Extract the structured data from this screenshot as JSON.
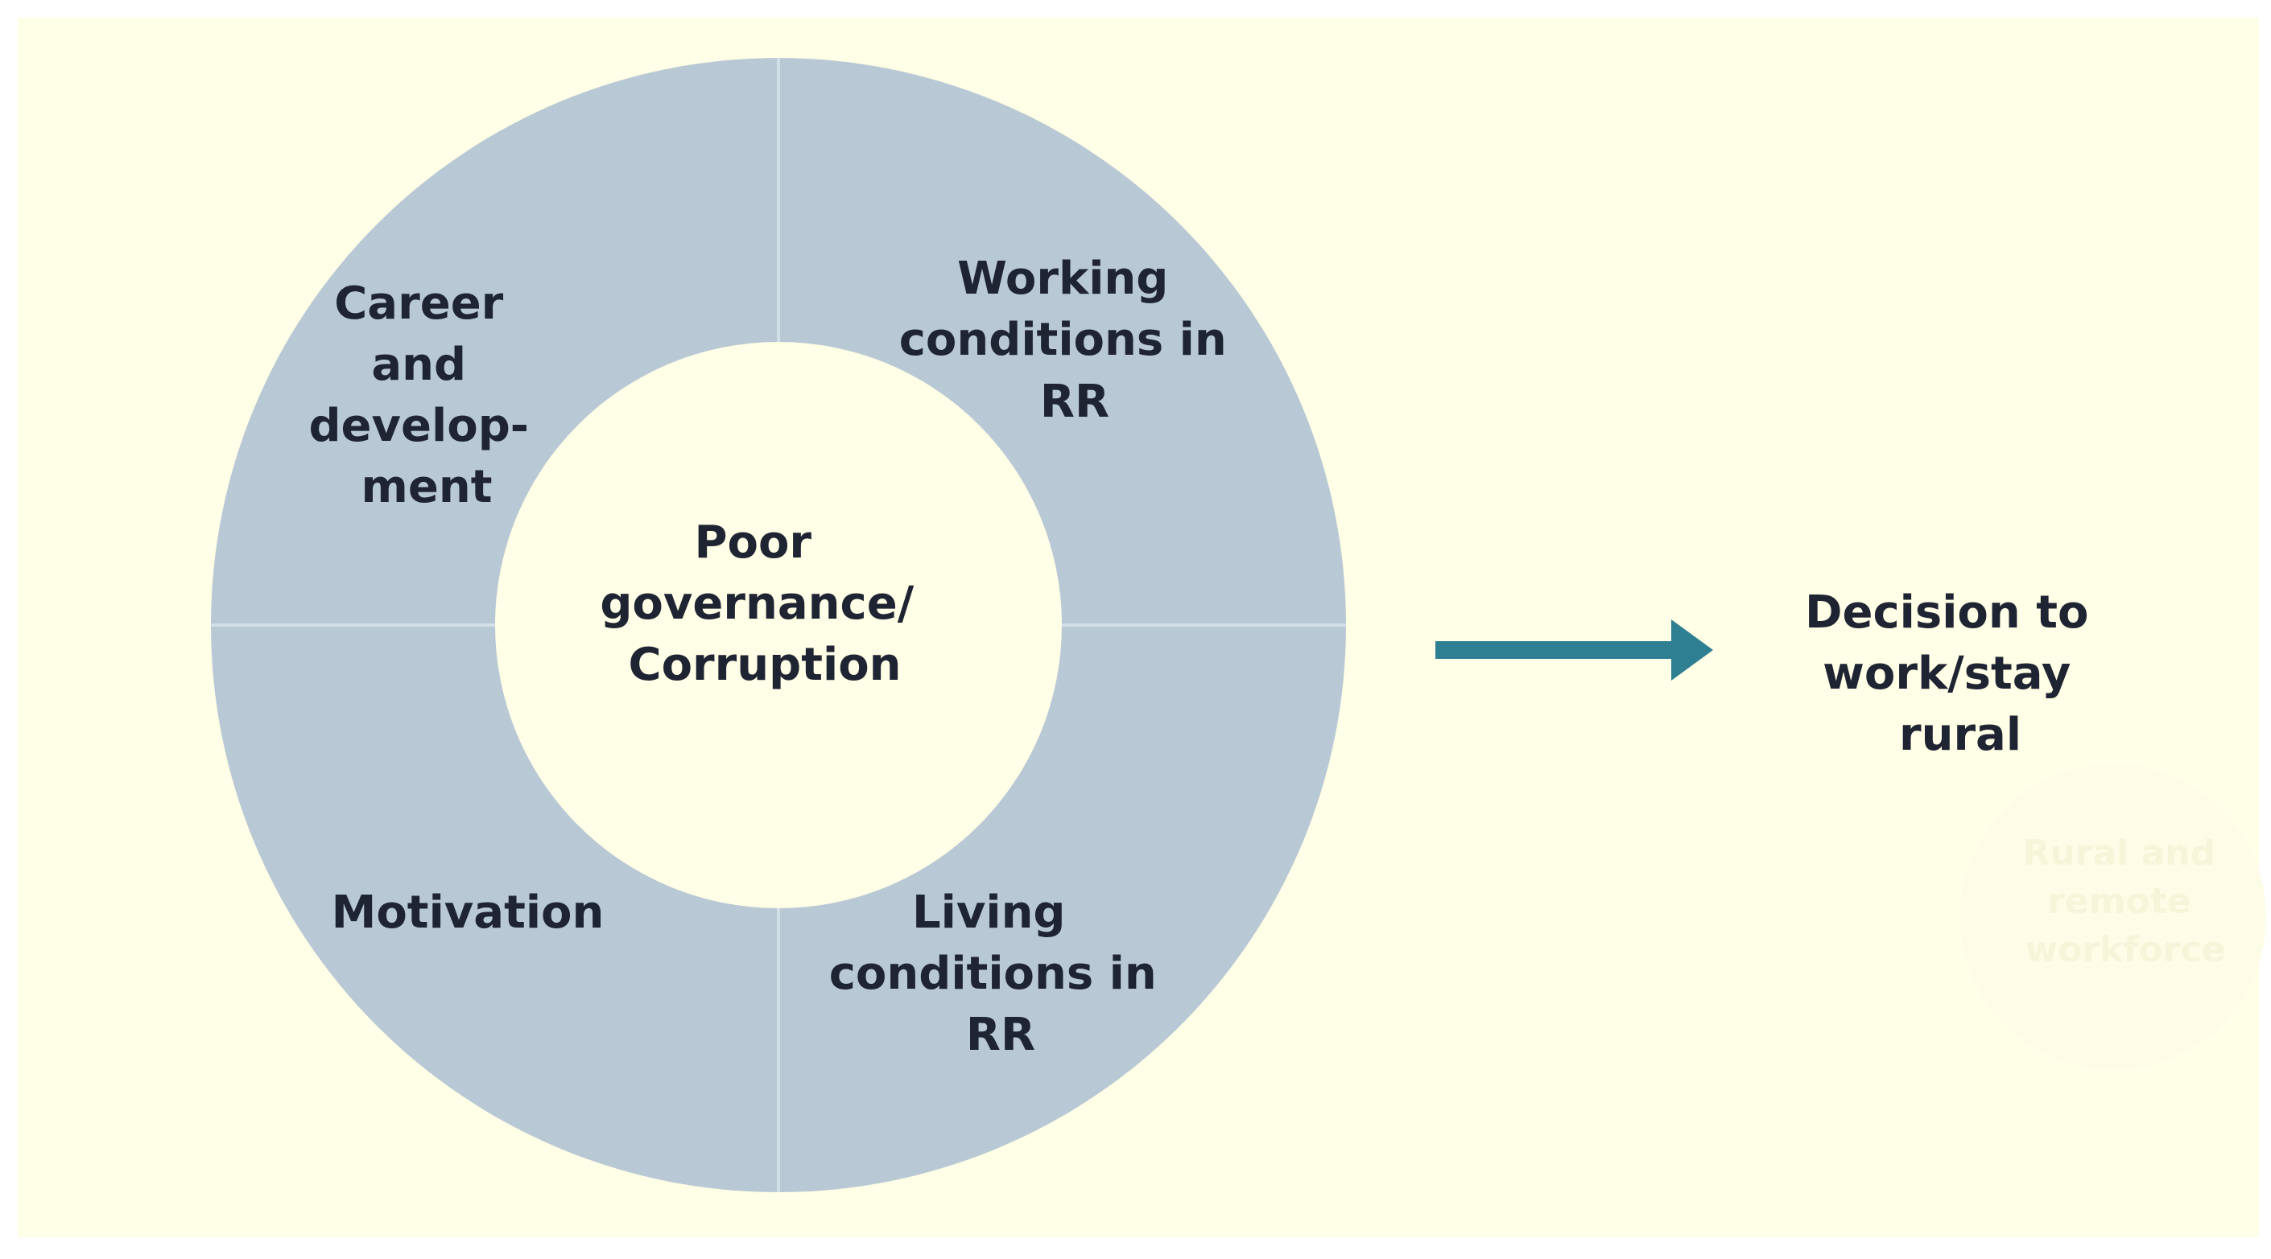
{
  "colors": {
    "canvas": "#fffee6",
    "ring": "#b8c9d5",
    "divider": "#d3dfe7",
    "center": "#fffee6",
    "arrow": "#2f7f93",
    "text": "#1f2433",
    "faded_circle": "#fdfde7"
  },
  "center": {
    "lines": [
      "Poor",
      "governance/",
      "Corruption"
    ]
  },
  "segments": {
    "top_left": {
      "lines": [
        "Career",
        "and",
        "develop-",
        "ment"
      ]
    },
    "top_right": {
      "lines": [
        "Working",
        "conditions in",
        "RR"
      ]
    },
    "bottom_left": {
      "lines": [
        "Motivation"
      ]
    },
    "bottom_right": {
      "lines": [
        "Living",
        "conditions in",
        "RR"
      ]
    }
  },
  "outcome": {
    "lines": [
      "Decision to",
      "work/stay",
      "rural"
    ]
  },
  "faded_label": {
    "lines": [
      "Rural and",
      "remote",
      "workforce"
    ]
  },
  "icons": {
    "arrow": "right-arrow-icon"
  }
}
